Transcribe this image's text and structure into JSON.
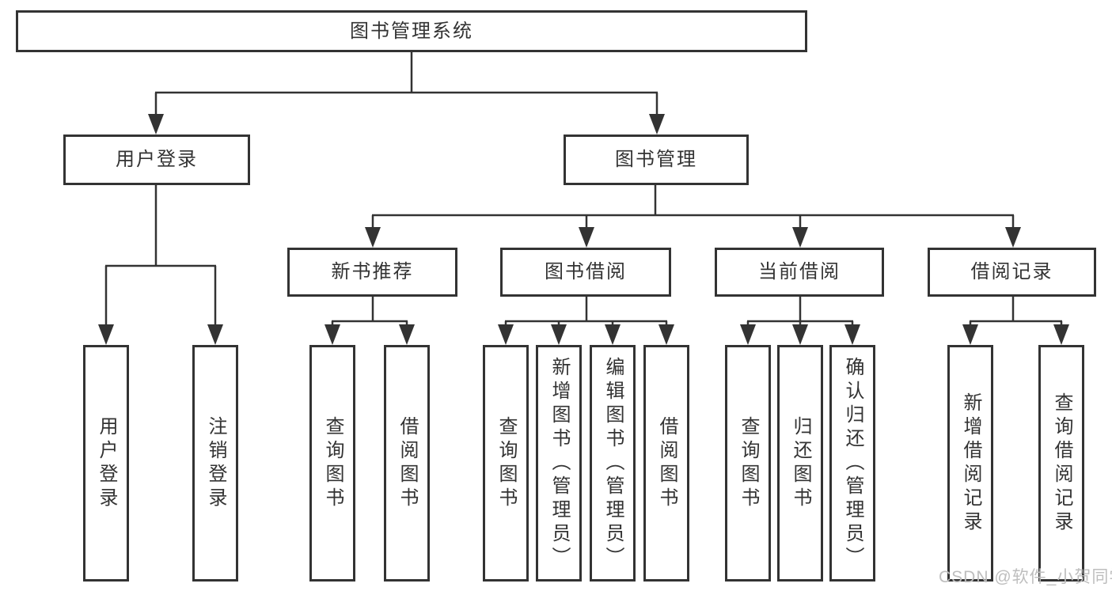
{
  "tree": {
    "root": {
      "label": "图书管理系统"
    },
    "branches": [
      {
        "label": "用户登录",
        "children": [
          {
            "label": "用户登录"
          },
          {
            "label": "注销登录"
          }
        ]
      },
      {
        "label": "图书管理",
        "children": [
          {
            "label": "新书推荐",
            "children": [
              {
                "label": "查询图书"
              },
              {
                "label": "借阅图书"
              }
            ]
          },
          {
            "label": "图书借阅",
            "children": [
              {
                "label": "查询图书"
              },
              {
                "label": "新增图书（管理员）"
              },
              {
                "label": "编辑图书（管理员）"
              },
              {
                "label": "借阅图书"
              }
            ]
          },
          {
            "label": "当前借阅",
            "children": [
              {
                "label": "查询图书"
              },
              {
                "label": "归还图书"
              },
              {
                "label": "确认归还（管理员）"
              }
            ]
          },
          {
            "label": "借阅记录",
            "children": [
              {
                "label": "新增借阅记录"
              },
              {
                "label": "查询借阅记录"
              }
            ]
          }
        ]
      }
    ]
  },
  "watermark": {
    "text": "CSDN @软件_小贺同学"
  },
  "colors": {
    "line": "#333333",
    "text": "#333333",
    "box_border": "#333333",
    "background": "#ffffff",
    "watermark": "#bebebe"
  }
}
